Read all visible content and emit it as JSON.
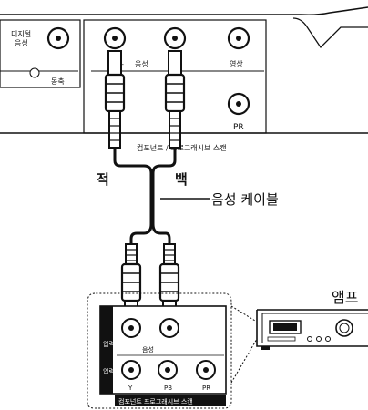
{
  "device_panel": {
    "digital_audio_label_line1": "디지털",
    "digital_audio_label_line2": "음성",
    "coaxial_label": "동축",
    "audio_row_label": "음성",
    "audio_left_marker": "—",
    "video_label": "영상",
    "pr_label": "PR",
    "component_caption": "컴포넌트 / 프로그래시브 스캔"
  },
  "cable": {
    "red_label": "적",
    "white_label": "백",
    "callout": "음성 케이블"
  },
  "amp": {
    "label": "앰프",
    "side_label_top": "입력",
    "side_label_bottom": "입력",
    "audio_caption": "음성",
    "y_label": "Y",
    "pb_label": "PB",
    "pr_label": "PR",
    "component_caption": "컴포넌트 프로그래시브 스캔"
  }
}
